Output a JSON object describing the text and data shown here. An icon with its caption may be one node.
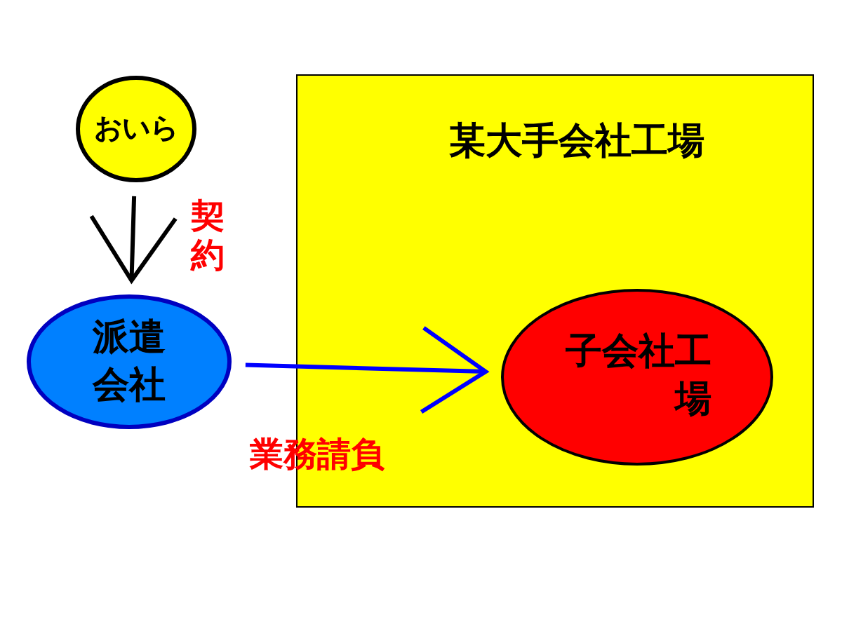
{
  "diagram": {
    "nodes": [
      {
        "text": [
          "某大手会社工場"
        ]
      },
      {
        "text": [
          "おいら"
        ]
      },
      {
        "text": [
          "派遣会社"
        ]
      },
      {
        "text": [
          "子会社工場"
        ],
        "in": 0
      }
    ],
    "edges": [
      {
        "from": 1,
        "to": 2,
        "arrow": "to",
        "label": "契約"
      },
      {
        "from": 2,
        "to": 3,
        "arrow": "to",
        "label": "業務請負",
        "color": "#0000ff"
      }
    ]
  }
}
